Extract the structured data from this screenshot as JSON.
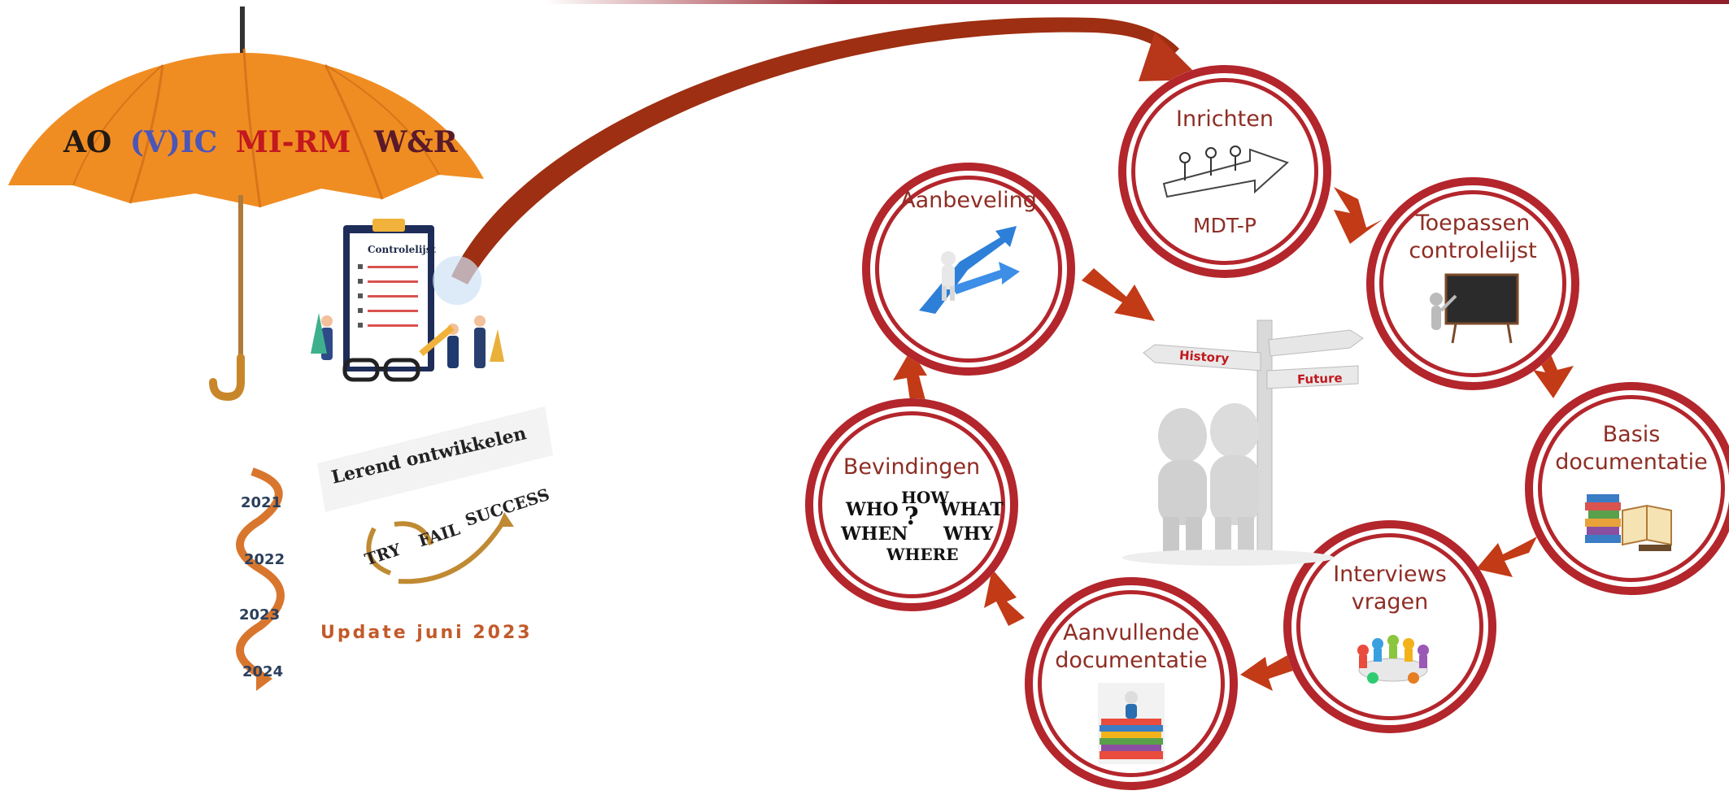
{
  "umbrella": {
    "labels": {
      "ao": "AO",
      "vic": "(V)IC",
      "mirm": "MI-RM",
      "wr": "W&R"
    }
  },
  "checklist": {
    "title": "Controlelijst"
  },
  "learning": {
    "title": "Lerend ontwikkelen",
    "try": "TRY",
    "fail": "FAIL",
    "success": "SUCCESS",
    "years": [
      "2021",
      "2022",
      "2023",
      "2024"
    ],
    "update": "Update juni 2023"
  },
  "signpost": {
    "history": "History",
    "future": "Future"
  },
  "cycle": {
    "inrichten": {
      "label": "Inrichten",
      "sub": "MDT-P"
    },
    "toepassen": {
      "label_1": "Toepassen",
      "label_2": "controlelijst"
    },
    "basis": {
      "label_1": "Basis",
      "label_2": "documentatie"
    },
    "interviews": {
      "label_1": "Interviews",
      "label_2": "vragen"
    },
    "aanvullende": {
      "label_1": "Aanvullende",
      "label_2": "documentatie"
    },
    "bevindingen": {
      "label": "Bevindingen",
      "words": {
        "who": "WHO",
        "how": "HOW",
        "what": "WHAT",
        "when": "WHEN",
        "why": "WHY",
        "where": "WHERE"
      }
    },
    "aanbeveling": {
      "label": "Aanbeveling"
    }
  },
  "colors": {
    "ring": "#b3262c",
    "arrow": "#c23a16",
    "label": "#8e2d24",
    "umbrella": "#f08d22"
  }
}
